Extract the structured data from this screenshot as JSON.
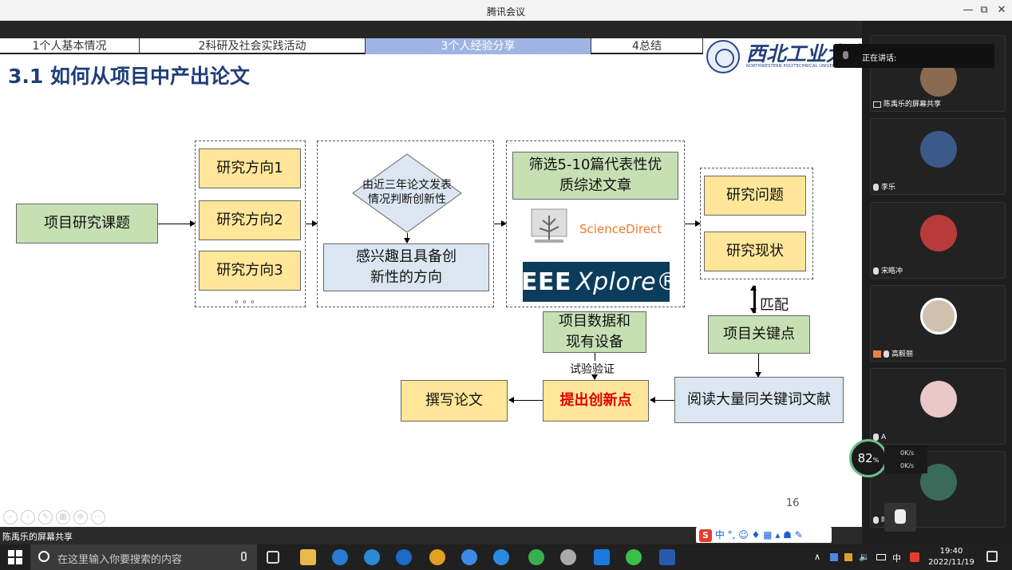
{
  "window": {
    "title": "腾讯会议",
    "minimize": "—",
    "restore": "⧉",
    "close": "✕"
  },
  "slide": {
    "tabs": [
      "1个人基本情况",
      "2科研及社会实践活动",
      "3个人经验分享",
      "4总结"
    ],
    "active_tab": 2,
    "logo_cn": "西北工业大学",
    "logo_en": "NORTHWESTERN POLYTECHNICAL UNIVERSITY",
    "heading": "3.1 如何从项目中产出论文",
    "page_number": "16",
    "flow": {
      "project_topic": "项目研究课题",
      "directions": [
        "研究方向1",
        "研究方向2",
        "研究方向3"
      ],
      "dots": "。。。",
      "diamond": "由近三年论文发表情况判断创新性",
      "interest": "感兴趣且具备创新性的方向",
      "screen": "筛选5-10篇代表性优质综述文章",
      "sciencedirect": "ScienceDirect",
      "ieee": "IEEE",
      "ieee_xplore": "Xplore®",
      "research_problem": "研究问题",
      "research_status": "研究现状",
      "match_label": "匹配",
      "keywords": "项目关键点",
      "data_equipment": "项目数据和现有设备",
      "verify_label": "试验验证",
      "read_literature": "阅读大量同关键词文献",
      "innovation": "提出创新点",
      "write_paper": "撰写论文"
    }
  },
  "meeting": {
    "speaking_label": "正在讲话:",
    "participants": [
      {
        "name": "陈禹乐的屏幕共享",
        "avatar_color": "#8a6a50",
        "icon": "screen-share-icon"
      },
      {
        "name": "李乐",
        "avatar_color": "#3a5a8a",
        "icon": "mic-icon"
      },
      {
        "name": "宋皓冲",
        "avatar_color": "#b83a3a",
        "icon": "mic-muted-icon"
      },
      {
        "name": "高毅丽",
        "avatar_color": "#d0c0b0",
        "icon": "host-icon"
      },
      {
        "name": "A",
        "avatar_color": "#e8c8c8",
        "icon": "mic-muted-icon"
      },
      {
        "name": "时",
        "avatar_color": "#3a6a5a",
        "icon": "mic-muted-icon"
      }
    ],
    "bottom_share_label": "陈禹乐的屏幕共享",
    "net_percent": "82",
    "net_up": "0K/s",
    "net_down": "0K/s",
    "ime_text": "中 °, ☺ ♦ ▦ ▴ ☗ ✎"
  },
  "taskbar": {
    "search_placeholder": "在这里输入你要搜索的内容",
    "tray_lang": "中",
    "time": "19:40",
    "date": "2022/11/19",
    "tray_arrow": "∧"
  }
}
